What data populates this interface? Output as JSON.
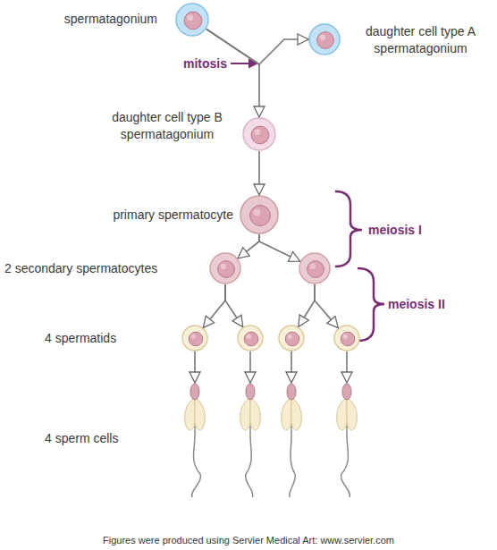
{
  "diagram": {
    "nodes": [
      {
        "text": [
          "spermatagonium"
        ]
      },
      {
        "text": [
          "daughter cell type A spermatagonium"
        ]
      },
      {
        "text": [
          "daughter cell type B spermatagonium"
        ]
      },
      {
        "text": [
          "primary spermatocyte"
        ]
      },
      {
        "text": [
          "2 secondary spermatocytes"
        ]
      },
      {
        "text": []
      },
      {
        "text": [
          "4 spermatids"
        ]
      },
      {
        "text": []
      },
      {
        "text": []
      },
      {
        "text": []
      },
      {
        "text": [
          "4 sperm cells"
        ]
      },
      {
        "text": []
      },
      {
        "text": []
      },
      {
        "text": []
      }
    ],
    "edges": [
      {
        "from": 0,
        "to": 1,
        "arrow": "to"
      },
      {
        "from": 0,
        "to": 2,
        "arrow": "to"
      },
      {
        "from": 2,
        "to": 3,
        "arrow": "to"
      },
      {
        "from": 3,
        "to": 4,
        "arrow": "to"
      },
      {
        "from": 3,
        "to": 5,
        "arrow": "to"
      },
      {
        "from": 4,
        "to": 6,
        "arrow": "to"
      },
      {
        "from": 4,
        "to": 7,
        "arrow": "to"
      },
      {
        "from": 5,
        "to": 8,
        "arrow": "to"
      },
      {
        "from": 5,
        "to": 9,
        "arrow": "to"
      },
      {
        "from": 6,
        "to": 10,
        "arrow": "to"
      },
      {
        "from": 7,
        "to": 11,
        "arrow": "to"
      },
      {
        "from": 8,
        "to": 12,
        "arrow": "to"
      },
      {
        "from": 9,
        "to": 13,
        "arrow": "to"
      }
    ],
    "labels": [
      "mitosis",
      "meiosis I",
      "meiosis II",
      "Figures were produced using Servier Medical Art: www.servier.com"
    ]
  }
}
